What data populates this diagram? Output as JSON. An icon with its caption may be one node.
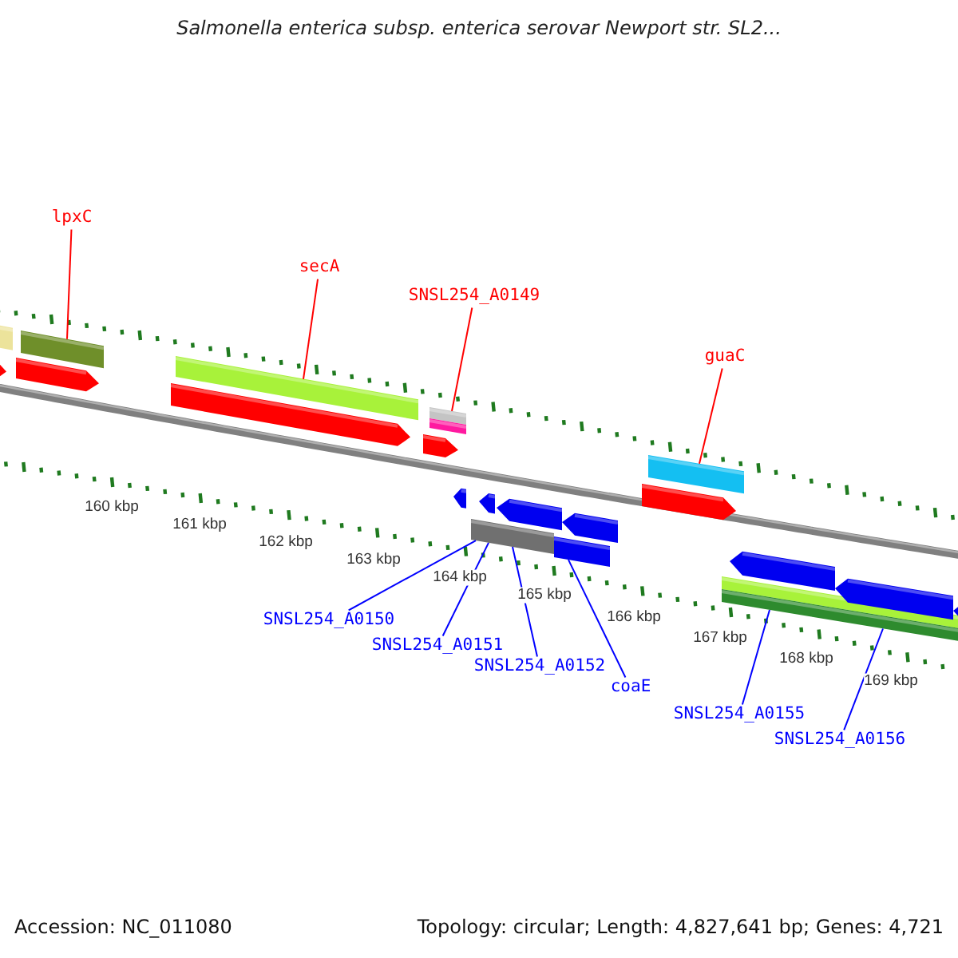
{
  "diagram": {
    "title": "Salmonella enterica subsp. enterica serovar Newport str. SL2...",
    "nodes": [
      {
        "text": [
          "lpxC"
        ]
      },
      {
        "text": [
          "secA"
        ]
      },
      {
        "text": [
          "SNSL254_A0149"
        ]
      },
      {
        "text": [
          "guaC"
        ]
      },
      {
        "text": [
          "SNSL254_A0150"
        ]
      },
      {
        "text": [
          "SNSL254_A0151"
        ]
      },
      {
        "text": [
          "SNSL254_A0152"
        ]
      },
      {
        "text": [
          "coaE"
        ]
      },
      {
        "text": [
          "SNSL254_A0155"
        ]
      },
      {
        "text": [
          "SNSL254_A0156"
        ]
      },
      {
        "text": [],
        "shape": "bar"
      },
      {
        "text": [],
        "shape": "bar"
      },
      {
        "text": [],
        "shape": "bar"
      },
      {
        "text": [],
        "shape": "bar"
      },
      {
        "text": [],
        "shape": "bar"
      },
      {
        "text": [],
        "shape": "bar"
      },
      {
        "text": [],
        "shape": "bar"
      }
    ],
    "edges": [
      {
        "from": 0,
        "to": 10,
        "arrow": "none",
        "color": "#ff0000"
      },
      {
        "from": 1,
        "to": 11,
        "arrow": "none",
        "color": "#ff0000"
      },
      {
        "from": 2,
        "to": 12,
        "arrow": "none",
        "color": "#ff0000"
      },
      {
        "from": 3,
        "to": 13,
        "arrow": "none",
        "color": "#ff0000"
      },
      {
        "from": 4,
        "to": 14,
        "arrow": "none"
      },
      {
        "from": 5,
        "to": 14,
        "arrow": "none"
      },
      {
        "from": 6,
        "to": 14,
        "arrow": "none"
      },
      {
        "from": 7,
        "to": 15,
        "arrow": "none"
      },
      {
        "from": 8,
        "to": 16,
        "arrow": "none"
      },
      {
        "from": 9,
        "to": 16,
        "arrow": "none"
      }
    ],
    "labels": [
      "160 kbp",
      "161 kbp",
      "162 kbp",
      "163 kbp",
      "164 kbp",
      "165 kbp",
      "166 kbp",
      "167 kbp",
      "168 kbp",
      "169 kbp",
      "Accession: NC_011080",
      "Topology: circular; Length: 4,827,641 bp; Genes: 4,721"
    ]
  }
}
